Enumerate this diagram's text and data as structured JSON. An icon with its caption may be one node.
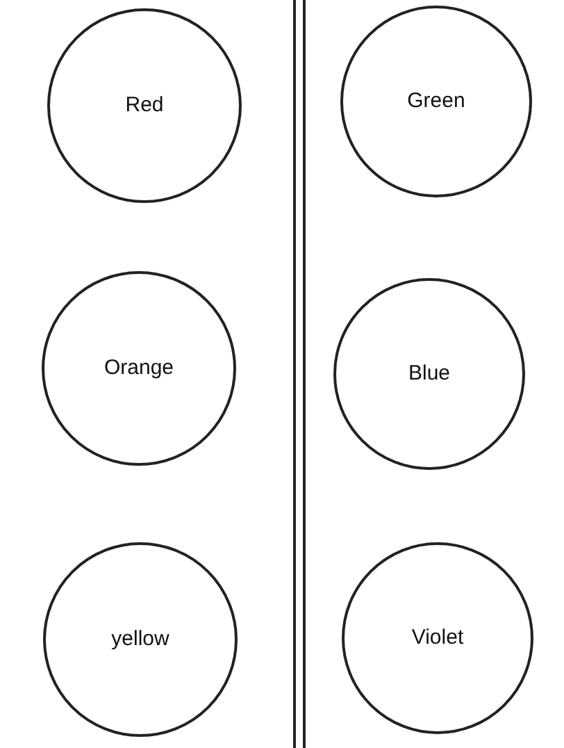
{
  "diagram": {
    "nodes": [
      {
        "text": [
          "Red"
        ]
      },
      {
        "text": [
          "Green"
        ]
      },
      {
        "text": [
          "Orange"
        ]
      },
      {
        "text": [
          "Blue"
        ]
      },
      {
        "text": [
          "yellow"
        ]
      },
      {
        "text": [
          "Violet"
        ]
      }
    ]
  }
}
